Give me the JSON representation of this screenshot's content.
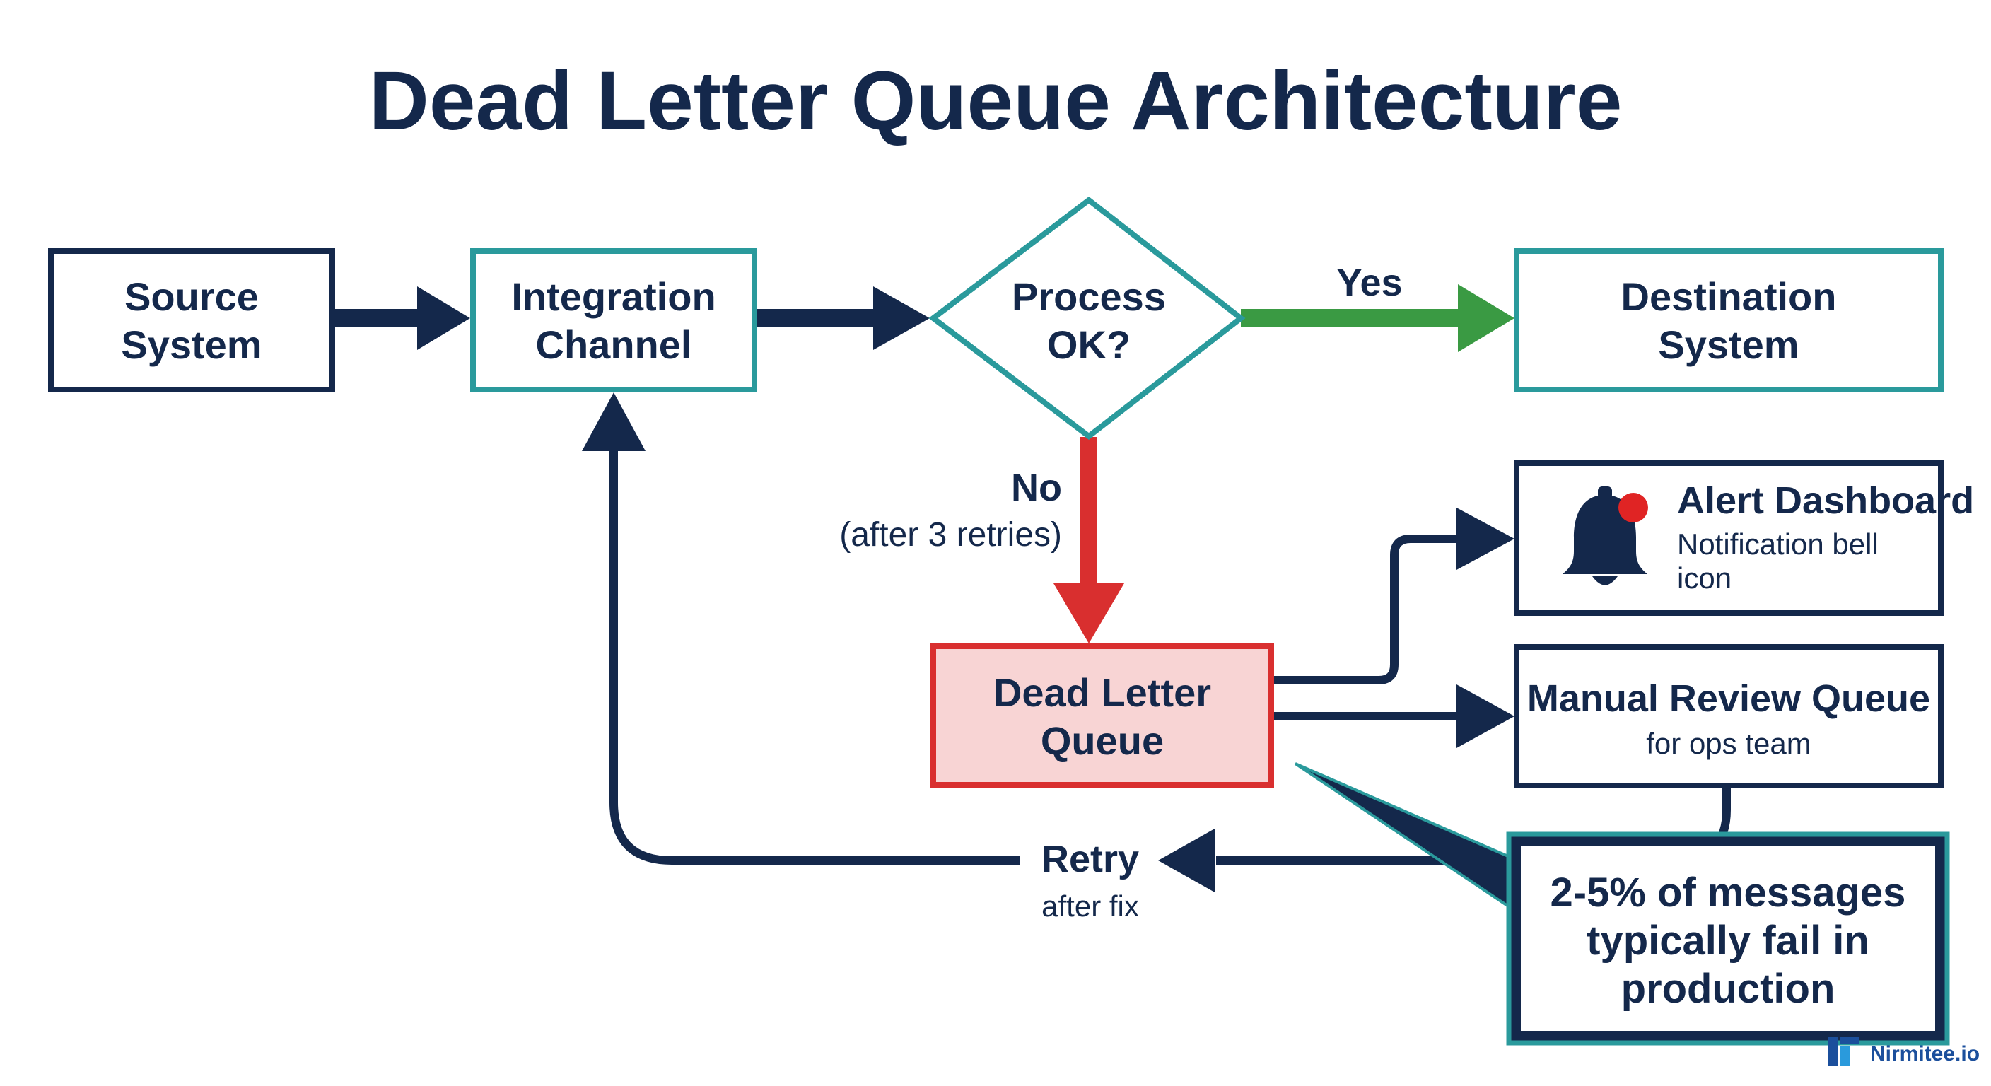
{
  "title": "Dead Letter Queue Architecture",
  "nodes": {
    "source": [
      "Source",
      "System"
    ],
    "integration": [
      "Integration",
      "Channel"
    ],
    "decision": [
      "Process",
      "OK?"
    ],
    "destination": [
      "Destination",
      "System"
    ],
    "dlq": [
      "Dead Letter",
      "Queue"
    ],
    "alert": {
      "title": "Alert Dashboard",
      "desc": [
        "Notification bell",
        "icon"
      ]
    },
    "manual": {
      "title": "Manual Review Queue",
      "desc": "for ops team"
    }
  },
  "edges": {
    "yes": "Yes",
    "no": "No",
    "no_detail": "(after 3 retries)",
    "retry": "Retry",
    "retry_detail": "after fix"
  },
  "callout": [
    "2-5% of messages",
    "typically fail in",
    "production"
  ],
  "brand": "Nirmitee.io",
  "colors": {
    "navy": "#14284b",
    "teal": "#2a9a9c",
    "green": "#3a9a43",
    "red": "#d92f2f",
    "dlq_fill": "#f8d4d4",
    "alert_dot": "#e02424"
  }
}
